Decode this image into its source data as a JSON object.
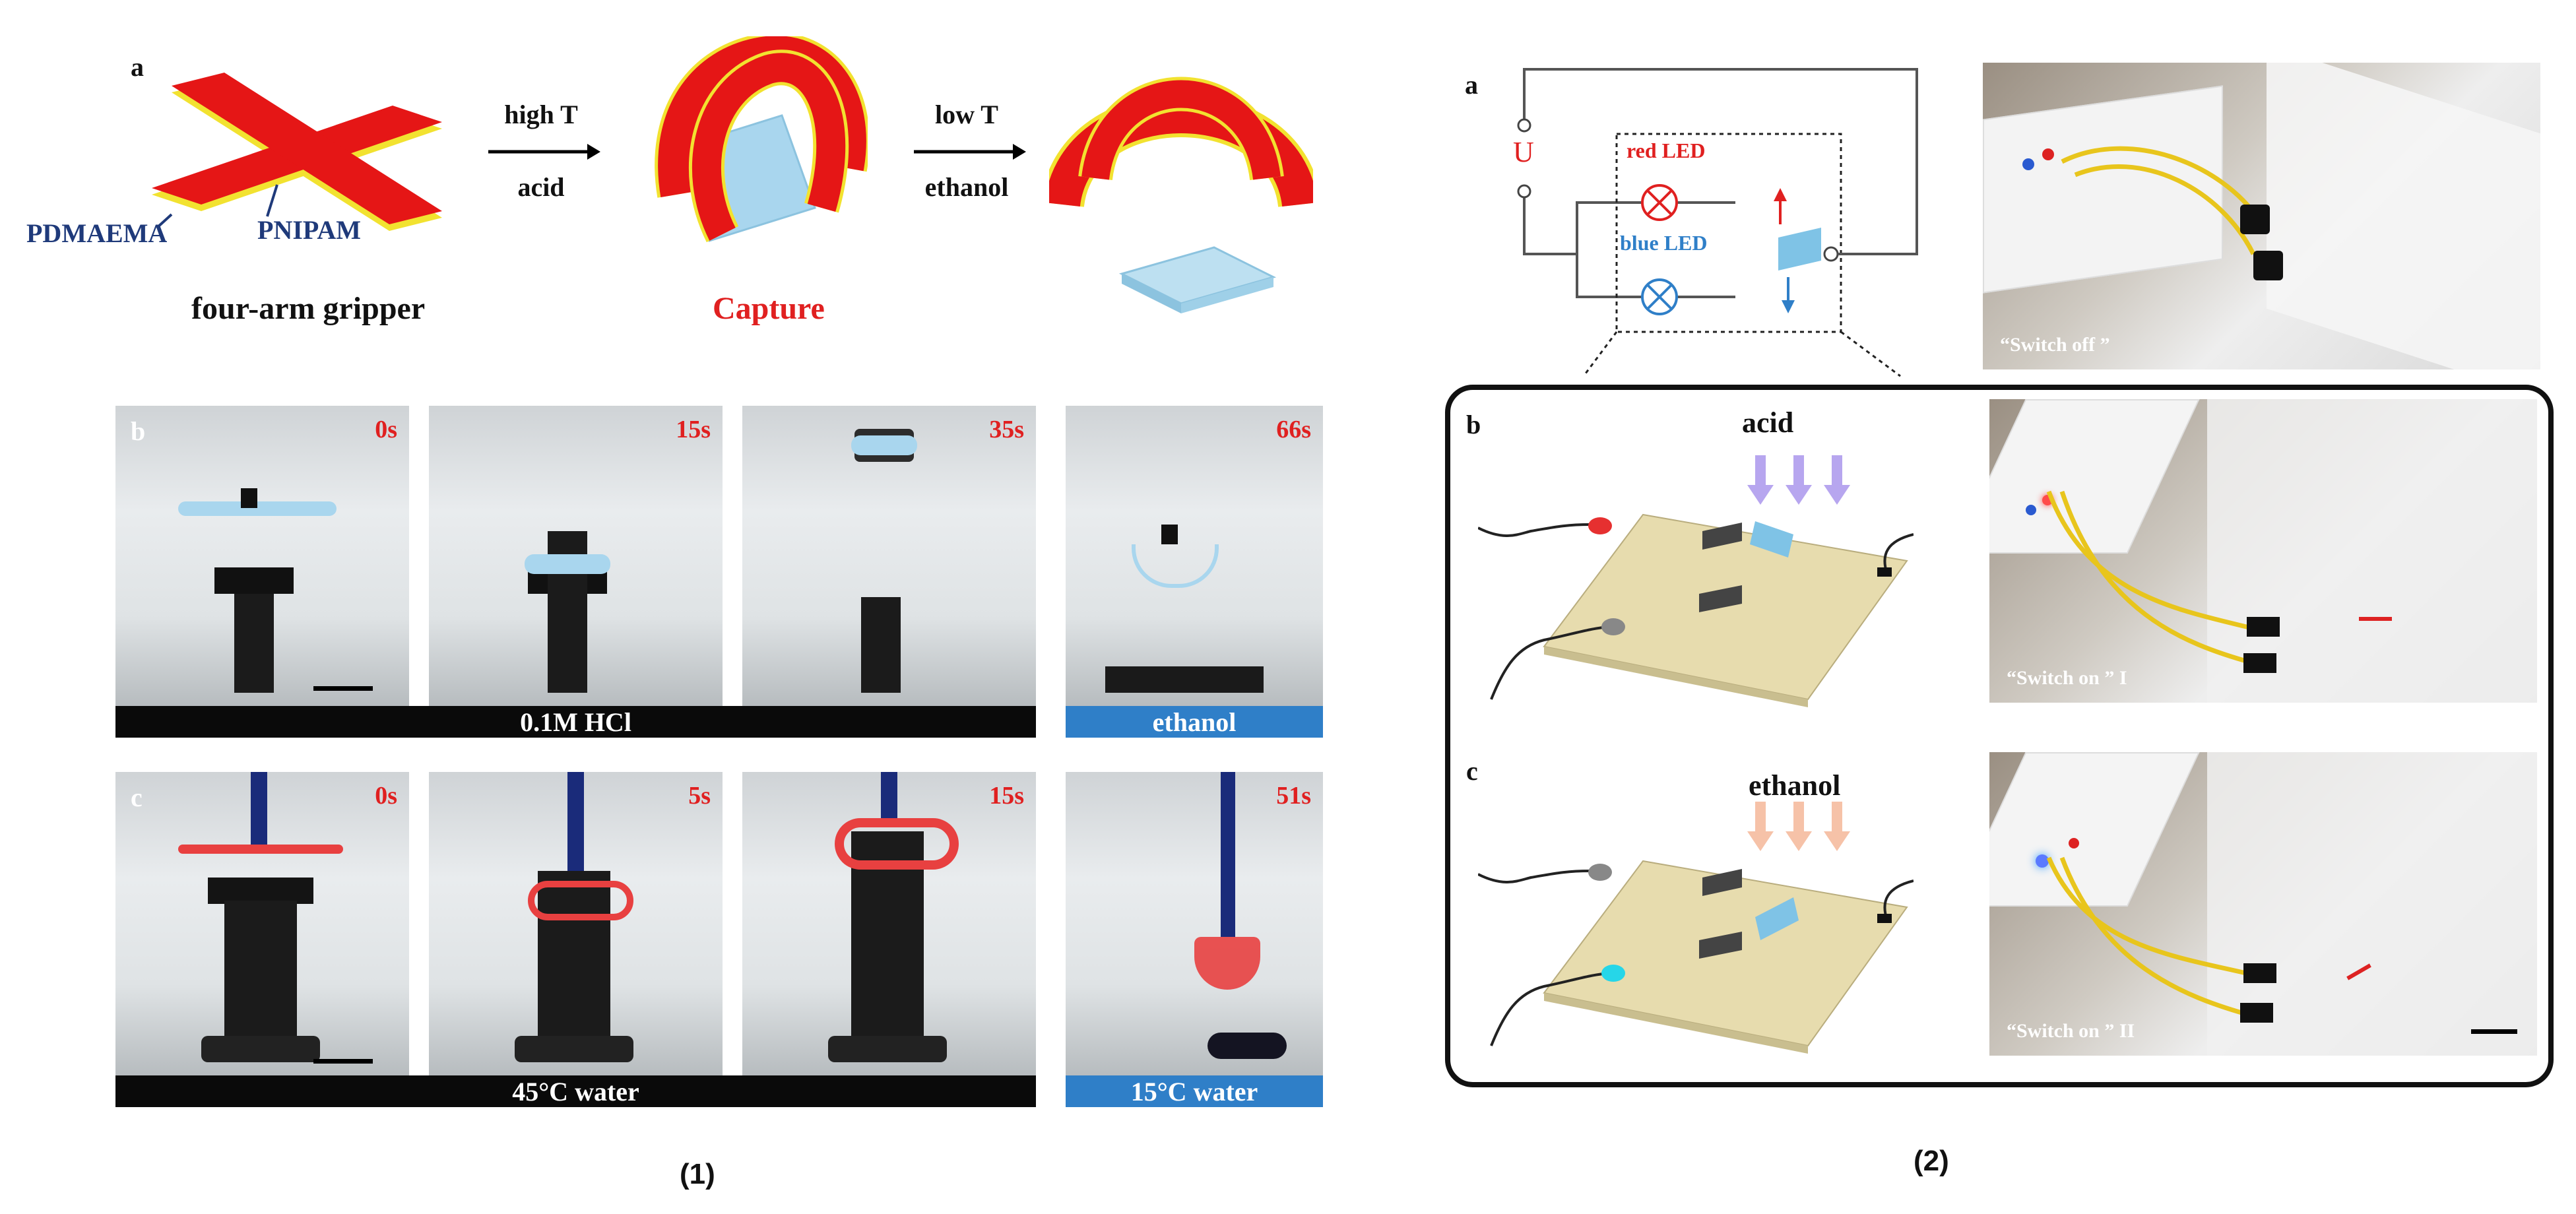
{
  "figure1": {
    "caption": "(1)",
    "panel_a": {
      "letter": "a",
      "step1_top": "high T",
      "step1_bottom": "acid",
      "step2_top": "low T",
      "step2_bottom": "ethanol",
      "layer1": "PDMAEMA",
      "layer2": "PNIPAM",
      "gripper_label": "four-arm gripper",
      "capture_label": "Capture"
    },
    "panel_b": {
      "letter": "b",
      "times": [
        "0s",
        "15s",
        "35s",
        "66s"
      ],
      "bar_main": "0.1M HCl",
      "bar_side": "ethanol"
    },
    "panel_c": {
      "letter": "c",
      "times": [
        "0s",
        "5s",
        "15s",
        "51s"
      ],
      "bar_main": "45°C water",
      "bar_side": "15°C water"
    }
  },
  "figure2": {
    "caption": "(2)",
    "panel_a": {
      "letter": "a",
      "voltage": "U",
      "red_led": "red LED",
      "blue_led": "blue LED",
      "photo_label": "“Switch off ”"
    },
    "panel_b": {
      "letter": "b",
      "stimulus": "acid",
      "photo_label": "“Switch on ” I"
    },
    "panel_c": {
      "letter": "c",
      "stimulus": "ethanol",
      "photo_label": "“Switch on ” II"
    }
  },
  "colors": {
    "red": "#e02020",
    "blue_bar": "#2f7fc8",
    "black_bar": "#0a0a0a",
    "dark_blue_text": "#1f3a7a",
    "board": "#e7dcae",
    "gripper_red": "#e51616",
    "gripper_yellow": "#f2e230",
    "film_blue": "#a9d6ee"
  }
}
